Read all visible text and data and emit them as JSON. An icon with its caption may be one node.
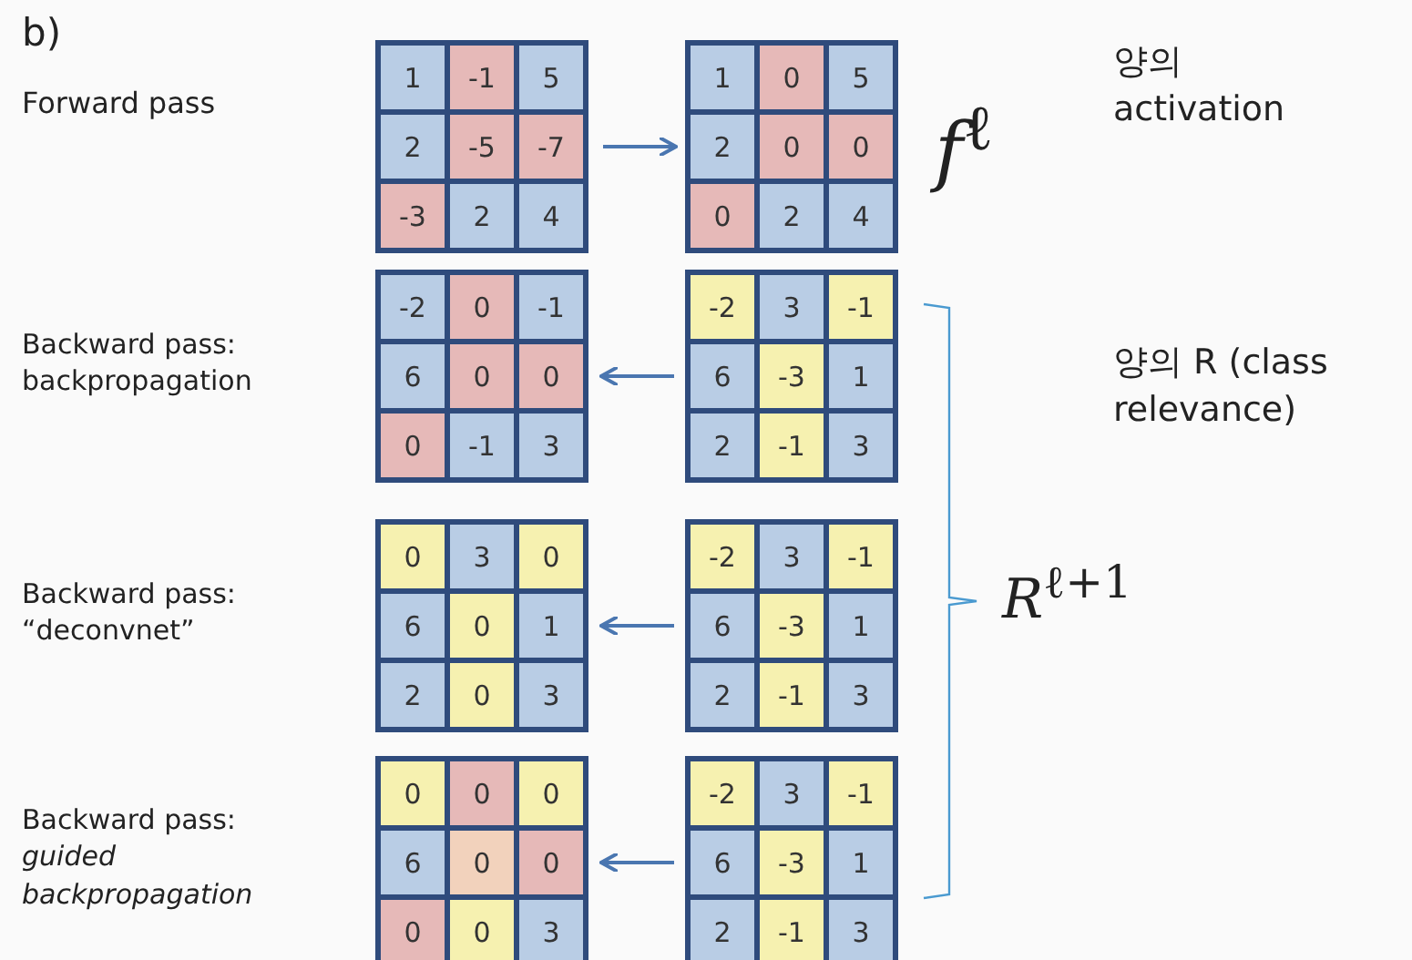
{
  "diagram": {
    "nodes": [
      {
        "text": [
          "1",
          "-1",
          "5",
          "2",
          "-5",
          "-7",
          "-3",
          "2",
          "4"
        ]
      },
      {
        "text": [
          "1",
          "0",
          "5",
          "2",
          "0",
          "0",
          "0",
          "2",
          "4"
        ]
      },
      {
        "text": [
          "-2",
          "0",
          "-1",
          "6",
          "0",
          "0",
          "0",
          "-1",
          "3"
        ]
      },
      {
        "text": [
          "-2",
          "3",
          "-1",
          "6",
          "-3",
          "1",
          "2",
          "-1",
          "3"
        ]
      },
      {
        "text": [
          "0",
          "3",
          "0",
          "6",
          "0",
          "1",
          "2",
          "0",
          "3"
        ]
      },
      {
        "text": [
          "-2",
          "3",
          "-1",
          "6",
          "-3",
          "1",
          "2",
          "-1",
          "3"
        ]
      },
      {
        "text": [
          "0",
          "0",
          "0",
          "6",
          "0",
          "0",
          "0",
          "0",
          "3"
        ]
      },
      {
        "text": [
          "-2",
          "3",
          "-1",
          "6",
          "-3",
          "1",
          "2",
          "-1",
          "3"
        ]
      }
    ],
    "edges": [
      {
        "from": 0,
        "to": 1,
        "arrow": "to"
      },
      {
        "from": 3,
        "to": 2,
        "arrow": "to"
      },
      {
        "from": 5,
        "to": 4,
        "arrow": "to"
      },
      {
        "from": 7,
        "to": 6,
        "arrow": "to"
      }
    ],
    "labels": [
      "b)",
      "Forward pass",
      "*f*$^{ℓ}$",
      "양의 activation",
      "Backward pass: backpropagation",
      "양의 R (class relevance)",
      "Backward pass: “deconvnet”",
      "*R*$^{ℓ+1}$",
      "Backward pass: *guided backpropagation*"
    ]
  }
}
